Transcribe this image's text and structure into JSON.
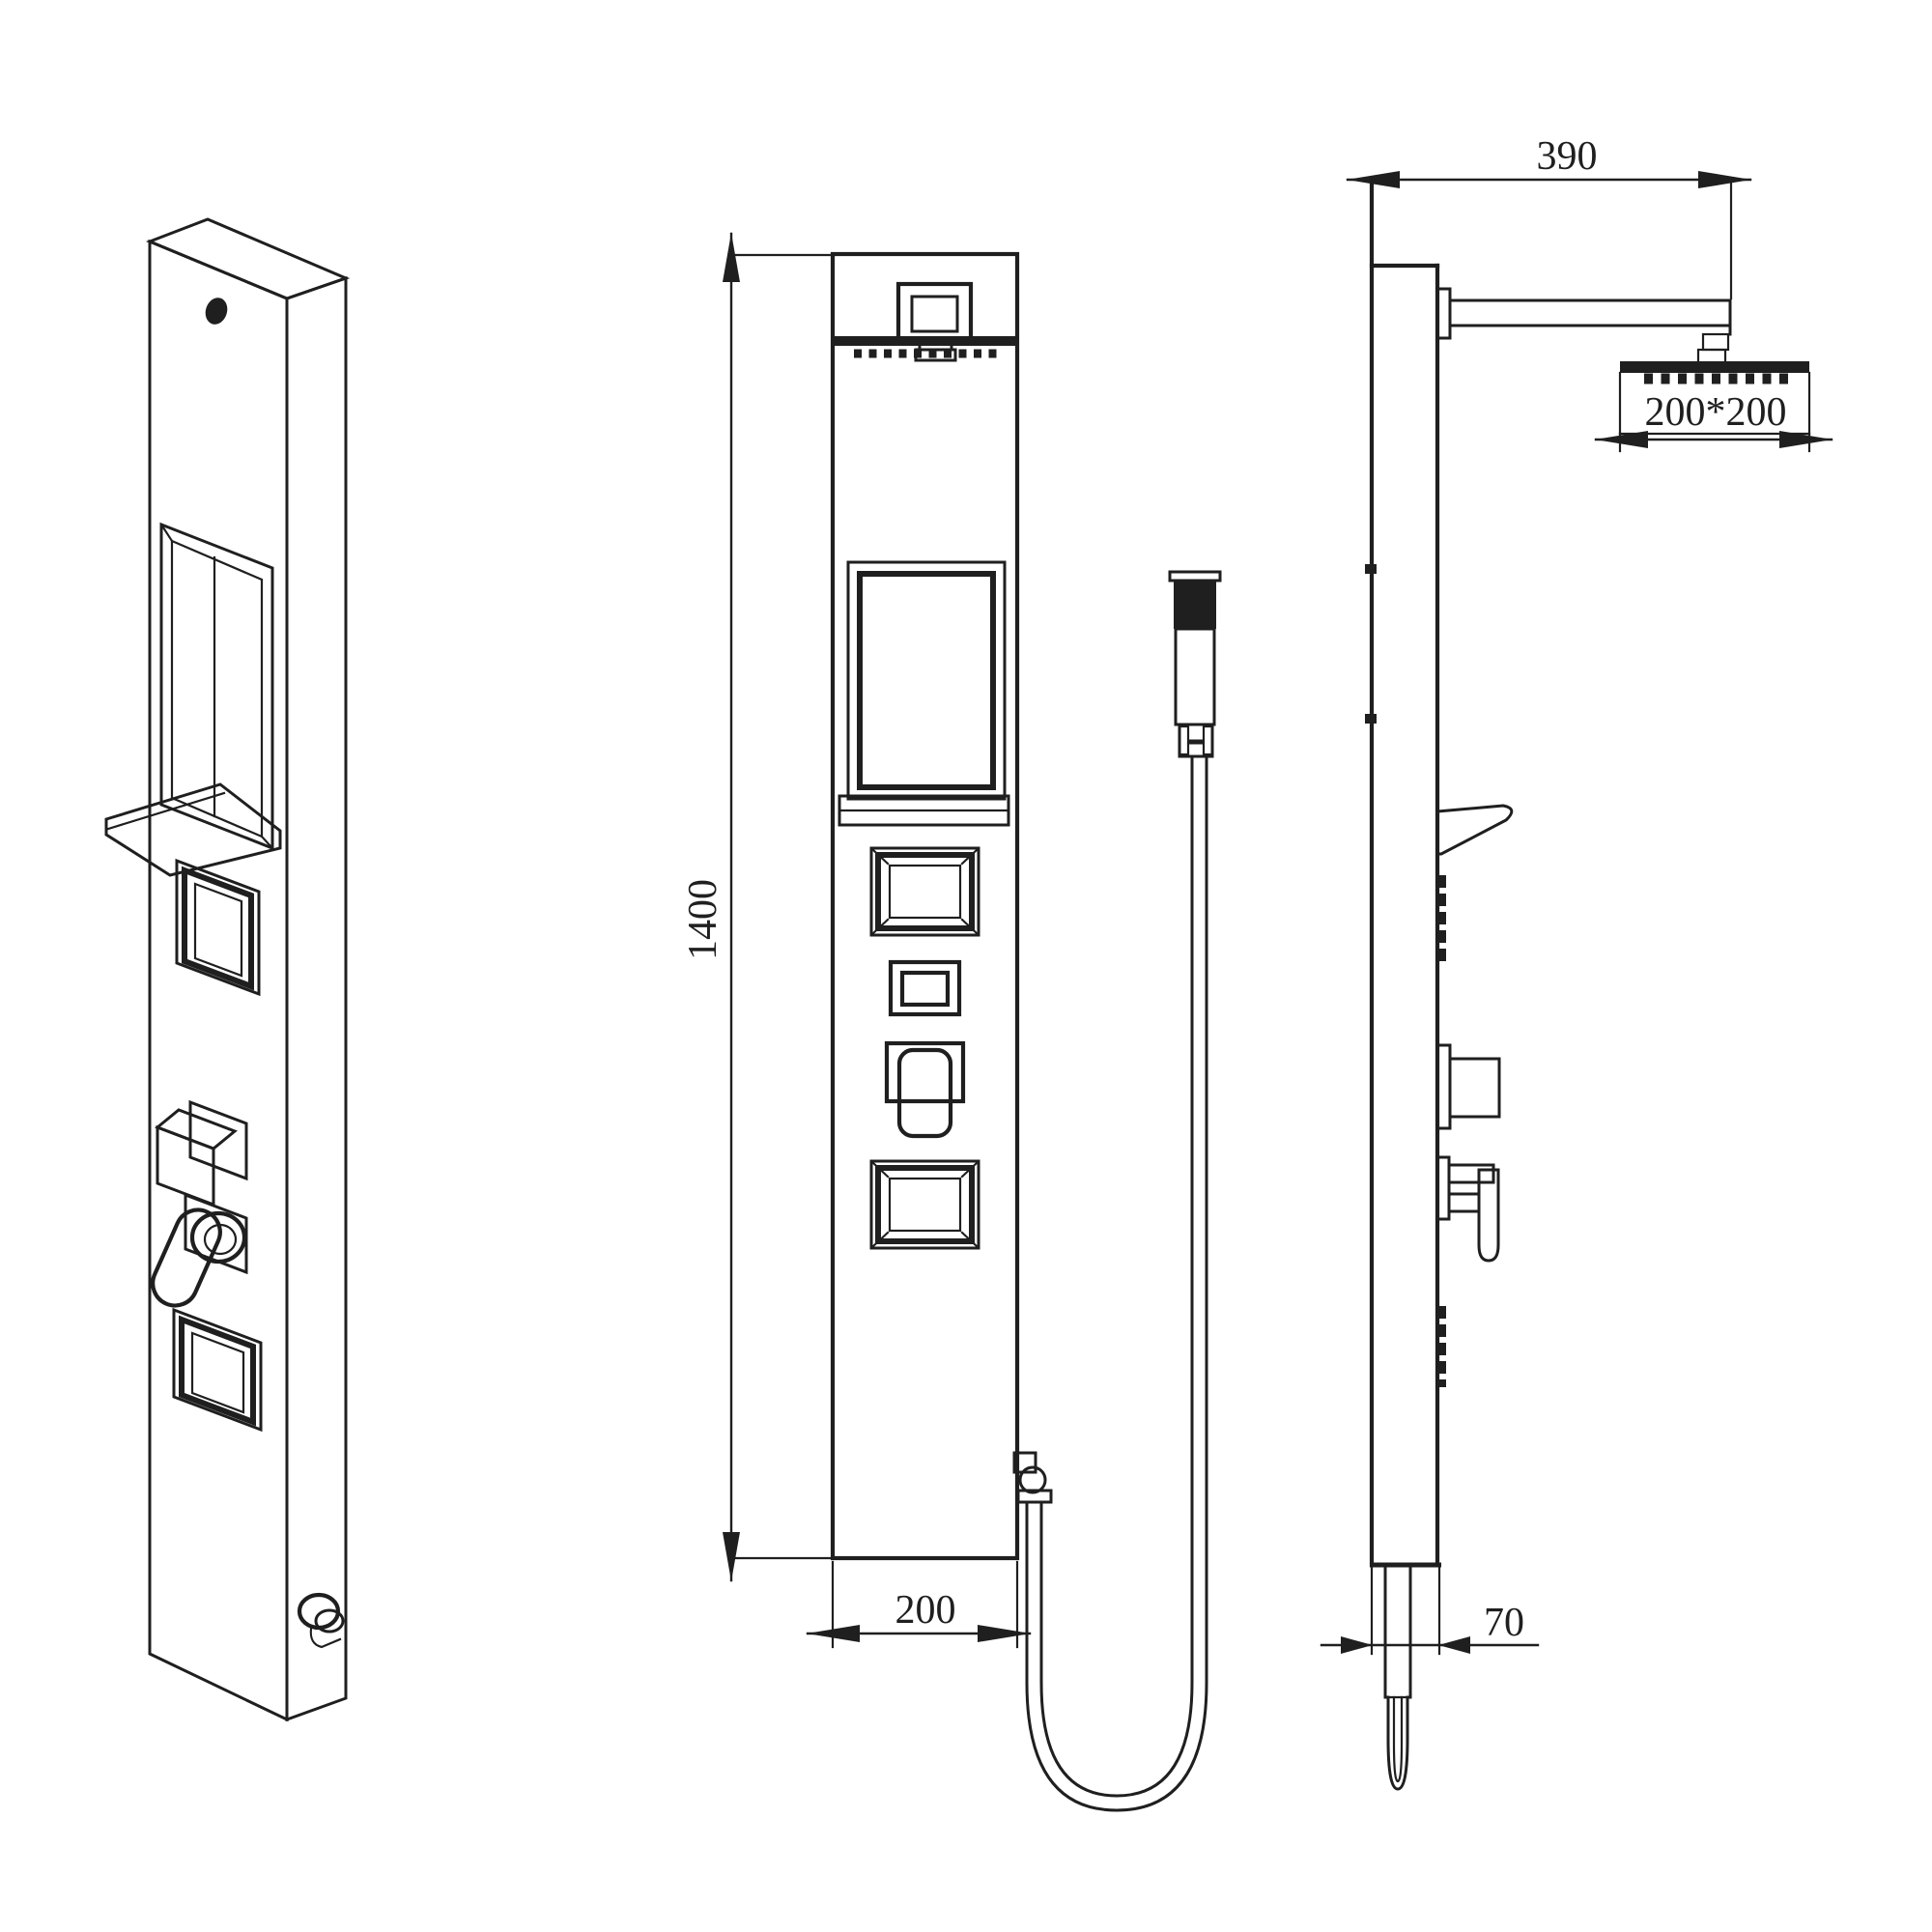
{
  "drawing": {
    "subject": "shower-panel-technical-drawing",
    "ink_color": "#1f1f1f",
    "background_color": "#ffffff",
    "dims": {
      "panel_height": "1400",
      "panel_width": "200",
      "panel_depth": "70",
      "arm_reach": "390",
      "head_size": "200*200"
    }
  }
}
